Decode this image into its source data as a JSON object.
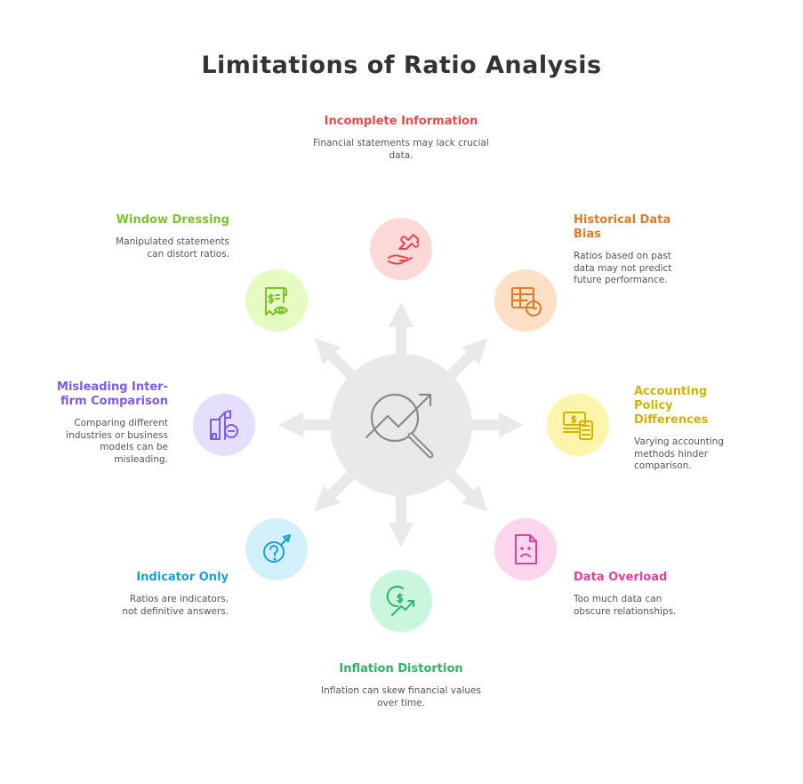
{
  "title": "Limitations of Ratio Analysis",
  "center": {
    "icon": "chart-magnifier-icon"
  },
  "items": [
    {
      "title": "Incomplete Information",
      "desc": "Financial statements may lack crucial data.",
      "color": "#e5484d",
      "bg": "#fcd9d9",
      "icon": "puzzle-hand-icon"
    },
    {
      "title": "Historical Data Bias",
      "desc": "Ratios based on past data may not predict future performance.",
      "color": "#e07b25",
      "bg": "#fde0c6",
      "icon": "table-clock-icon"
    },
    {
      "title": "Accounting Policy Differences",
      "desc": "Varying accounting methods hinder comparison.",
      "color": "#d4b300",
      "bg": "#fdf5ab",
      "icon": "money-calculator-icon"
    },
    {
      "title": "Data Overload",
      "desc": "Too much data can obscure relationships.",
      "color": "#e0409a",
      "bg": "#fdd6ee",
      "icon": "sad-document-icon"
    },
    {
      "title": "Inflation Distortion",
      "desc": "Inflation can skew financial values over time.",
      "color": "#2fb36b",
      "bg": "#cbf6de",
      "icon": "dollar-trend-icon"
    },
    {
      "title": "Indicator Only",
      "desc": "Ratios are indicators, not definitive answers.",
      "color": "#1a9fd6",
      "bg": "#d2f1fc",
      "icon": "question-arrow-icon"
    },
    {
      "title": "Misleading Inter-firm Comparison",
      "desc": "Comparing different industries or business models can be misleading.",
      "color": "#7c5ce8",
      "bg": "#e6defd",
      "icon": "buildings-minus-icon"
    },
    {
      "title": "Window Dressing",
      "desc": "Manipulated statements can distort ratios.",
      "color": "#7cc22a",
      "bg": "#e5fbc2",
      "icon": "receipt-eye-icon"
    }
  ]
}
